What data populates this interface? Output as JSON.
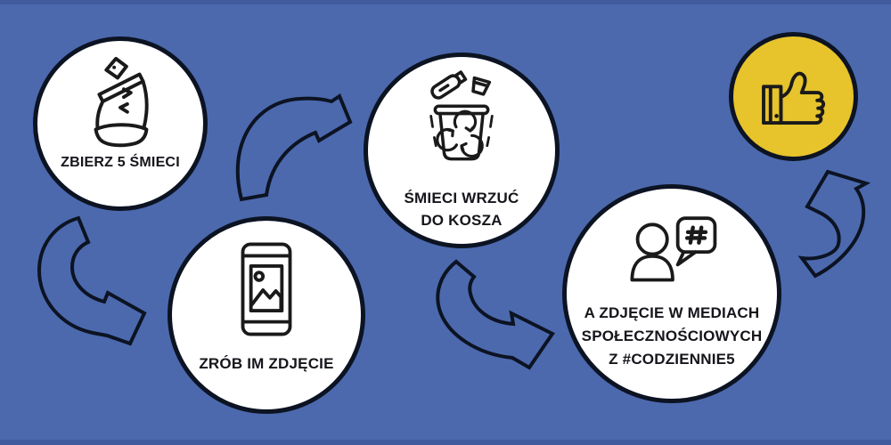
{
  "colors": {
    "background": "#4C69AE",
    "edge": "#3E5B9B",
    "circle_fill": "#FFFFFF",
    "accent_yellow": "#E7C32C",
    "outline": "#0C1322",
    "text": "#15151B"
  },
  "steps": {
    "collect": {
      "label": "ZBIERZ 5 ŚMIECI",
      "icon": "crushed-can-icon"
    },
    "photo": {
      "label": "ZRÓB IM ZDJĘCIE",
      "icon": "phone-photo-icon"
    },
    "dispose": {
      "lines": [
        "ŚMIECI WRZUĆ",
        "DO KOSZA"
      ],
      "icon": "recycle-bin-icon"
    },
    "share": {
      "lines": [
        "A ZDJĘCIE W MEDIACH",
        "SPOŁECZNOŚCIOWYCH",
        "Z #CODZIENNIE5"
      ],
      "icon": "person-hashtag-bubble-icon"
    },
    "like": {
      "icon": "thumbs-up-icon"
    }
  },
  "hashtag": "#CODZIENNIE5"
}
